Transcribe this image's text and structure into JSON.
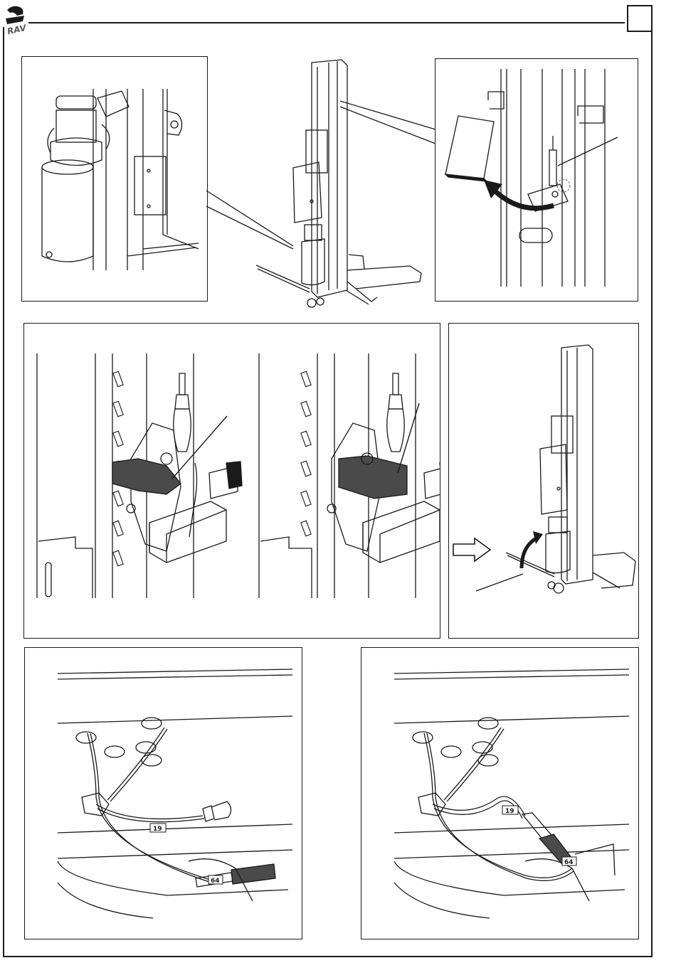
{
  "header": {
    "logo_icon": "brand-logo-icon",
    "page_number": ""
  },
  "figures": [
    {
      "id": "fig-1",
      "description_icon": "pump-motor-closeup"
    },
    {
      "id": "fig-2",
      "description_icon": "column-lift-overview"
    },
    {
      "id": "fig-3",
      "description_icon": "cover-lift-arrow"
    },
    {
      "id": "fig-4",
      "description_icon": "valve-bracket-comparison"
    },
    {
      "id": "fig-5",
      "description_icon": "handle-insert"
    },
    {
      "id": "fig-6",
      "description_icon": "cable-disconnected"
    },
    {
      "id": "fig-7",
      "description_icon": "cable-connected"
    }
  ],
  "cable_labels": {
    "wire_a": "19",
    "wire_b": "64"
  },
  "colors": {
    "line": "#1a1a1a",
    "shade": "#4a4a4a",
    "light_shade": "#d8d8d8"
  }
}
